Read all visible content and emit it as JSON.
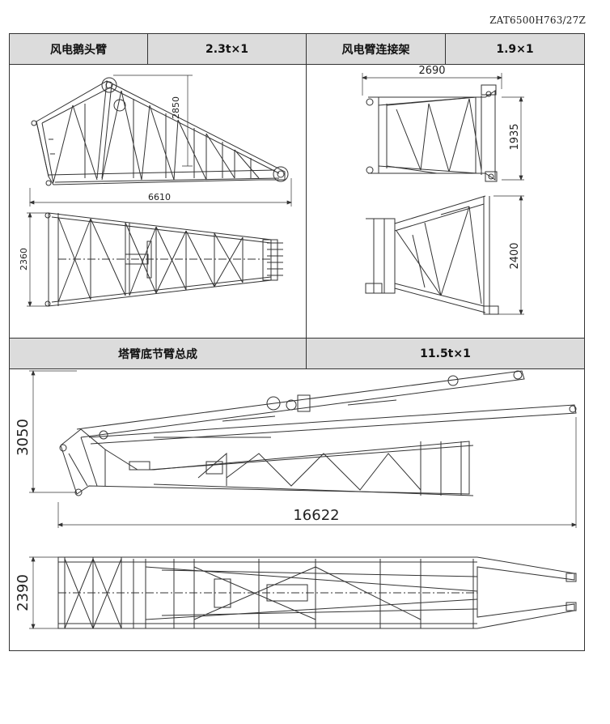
{
  "document_id": "ZAT6500H763/27Z",
  "top_section": {
    "left": {
      "name": "风电鹅头臂",
      "weight": "2.3t×1"
    },
    "right": {
      "name": "风电臂连接架",
      "weight": "1.9×1"
    }
  },
  "bottom_section": {
    "name": "塔臂底节臂总成",
    "weight": "11.5t×1"
  },
  "dimensions": {
    "gooseneck_height": "2850",
    "gooseneck_length": "6610",
    "gooseneck_width": "2360",
    "frame_length": "2690",
    "frame_height": "1935",
    "frame_width": "2400",
    "base_height": "3050",
    "base_length": "16622",
    "base_width": "2390"
  }
}
